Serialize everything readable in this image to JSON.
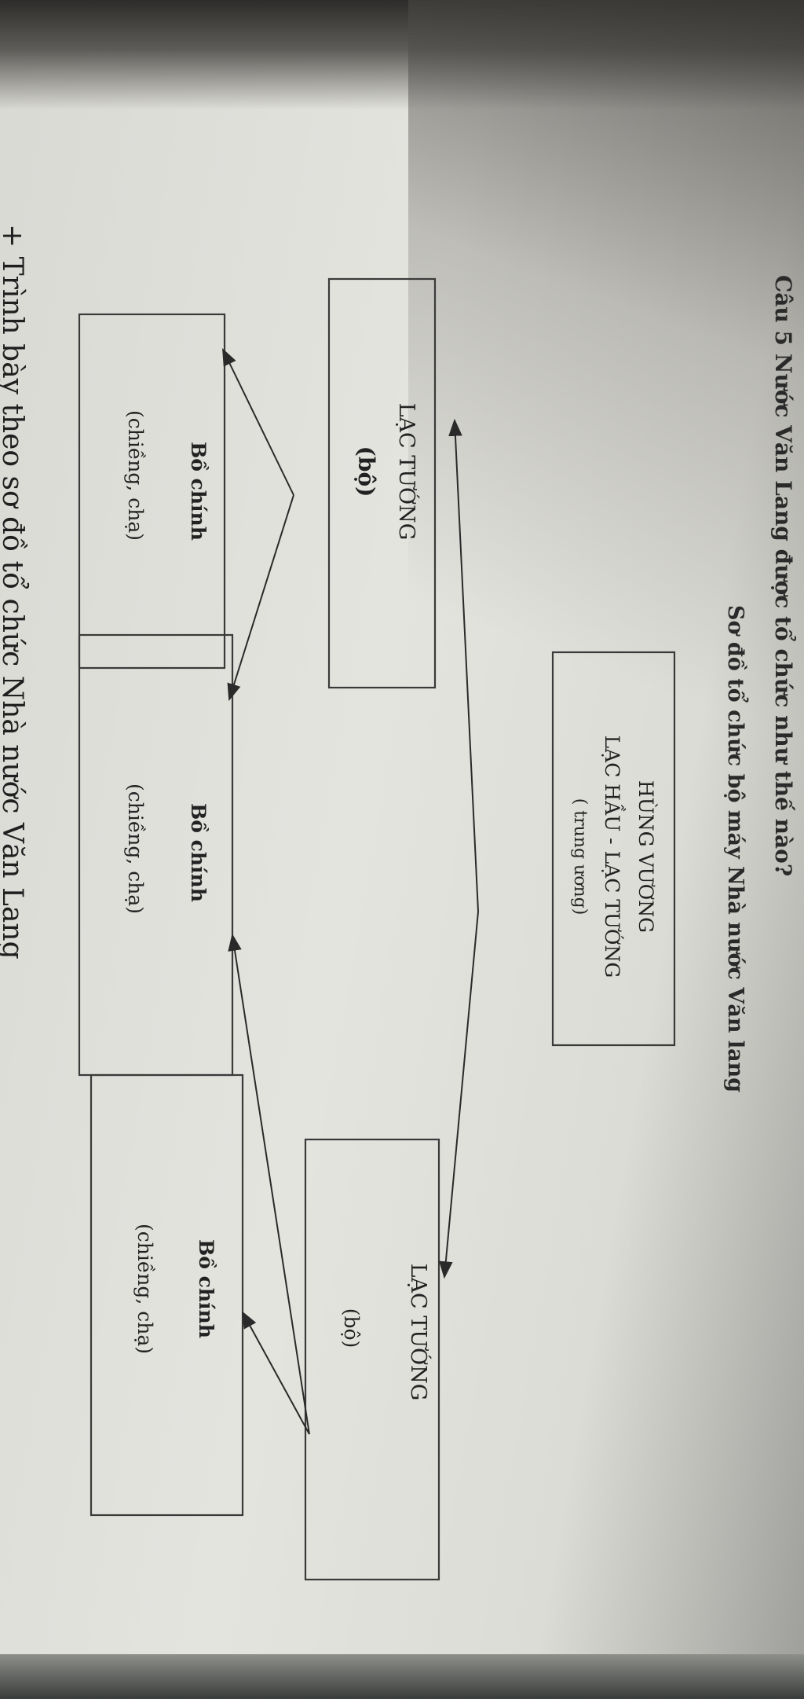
{
  "question_heading": "Câu 5 Nước Văn Lang được tổ chức như thế nào?",
  "diagram_title": "Sơ đồ tổ chức bộ máy Nhà nước Văn lang",
  "instruction": "+ Trình bày theo sơ đồ tổ chức Nhà nước Văn Lang",
  "nodes": {
    "center": {
      "line1": "HÙNG VƯƠNG",
      "line2": "LẠC HẦU - LẠC TƯỚNG",
      "line3": "( trung ương)"
    },
    "lac_tuong_top": {
      "line1": "LẠC TƯỚNG",
      "line2": "(bộ)"
    },
    "lac_tuong_bottom": {
      "line1": "LẠC TƯỚNG",
      "line2": "(bộ)"
    },
    "bo_chinh_1": {
      "line1": "Bồ chính",
      "line2": "(chiềng, chạ)"
    },
    "bo_chinh_2": {
      "line1": "Bồ chính",
      "line2": "(chiềng, chạ)"
    },
    "bo_chinh_3": {
      "line1": "Bồ chính",
      "line2": "(chiềng, chạ)"
    }
  },
  "colors": {
    "ink": "#232323",
    "paper": "#e2e2dd",
    "box_border": "#3a3a3a"
  }
}
